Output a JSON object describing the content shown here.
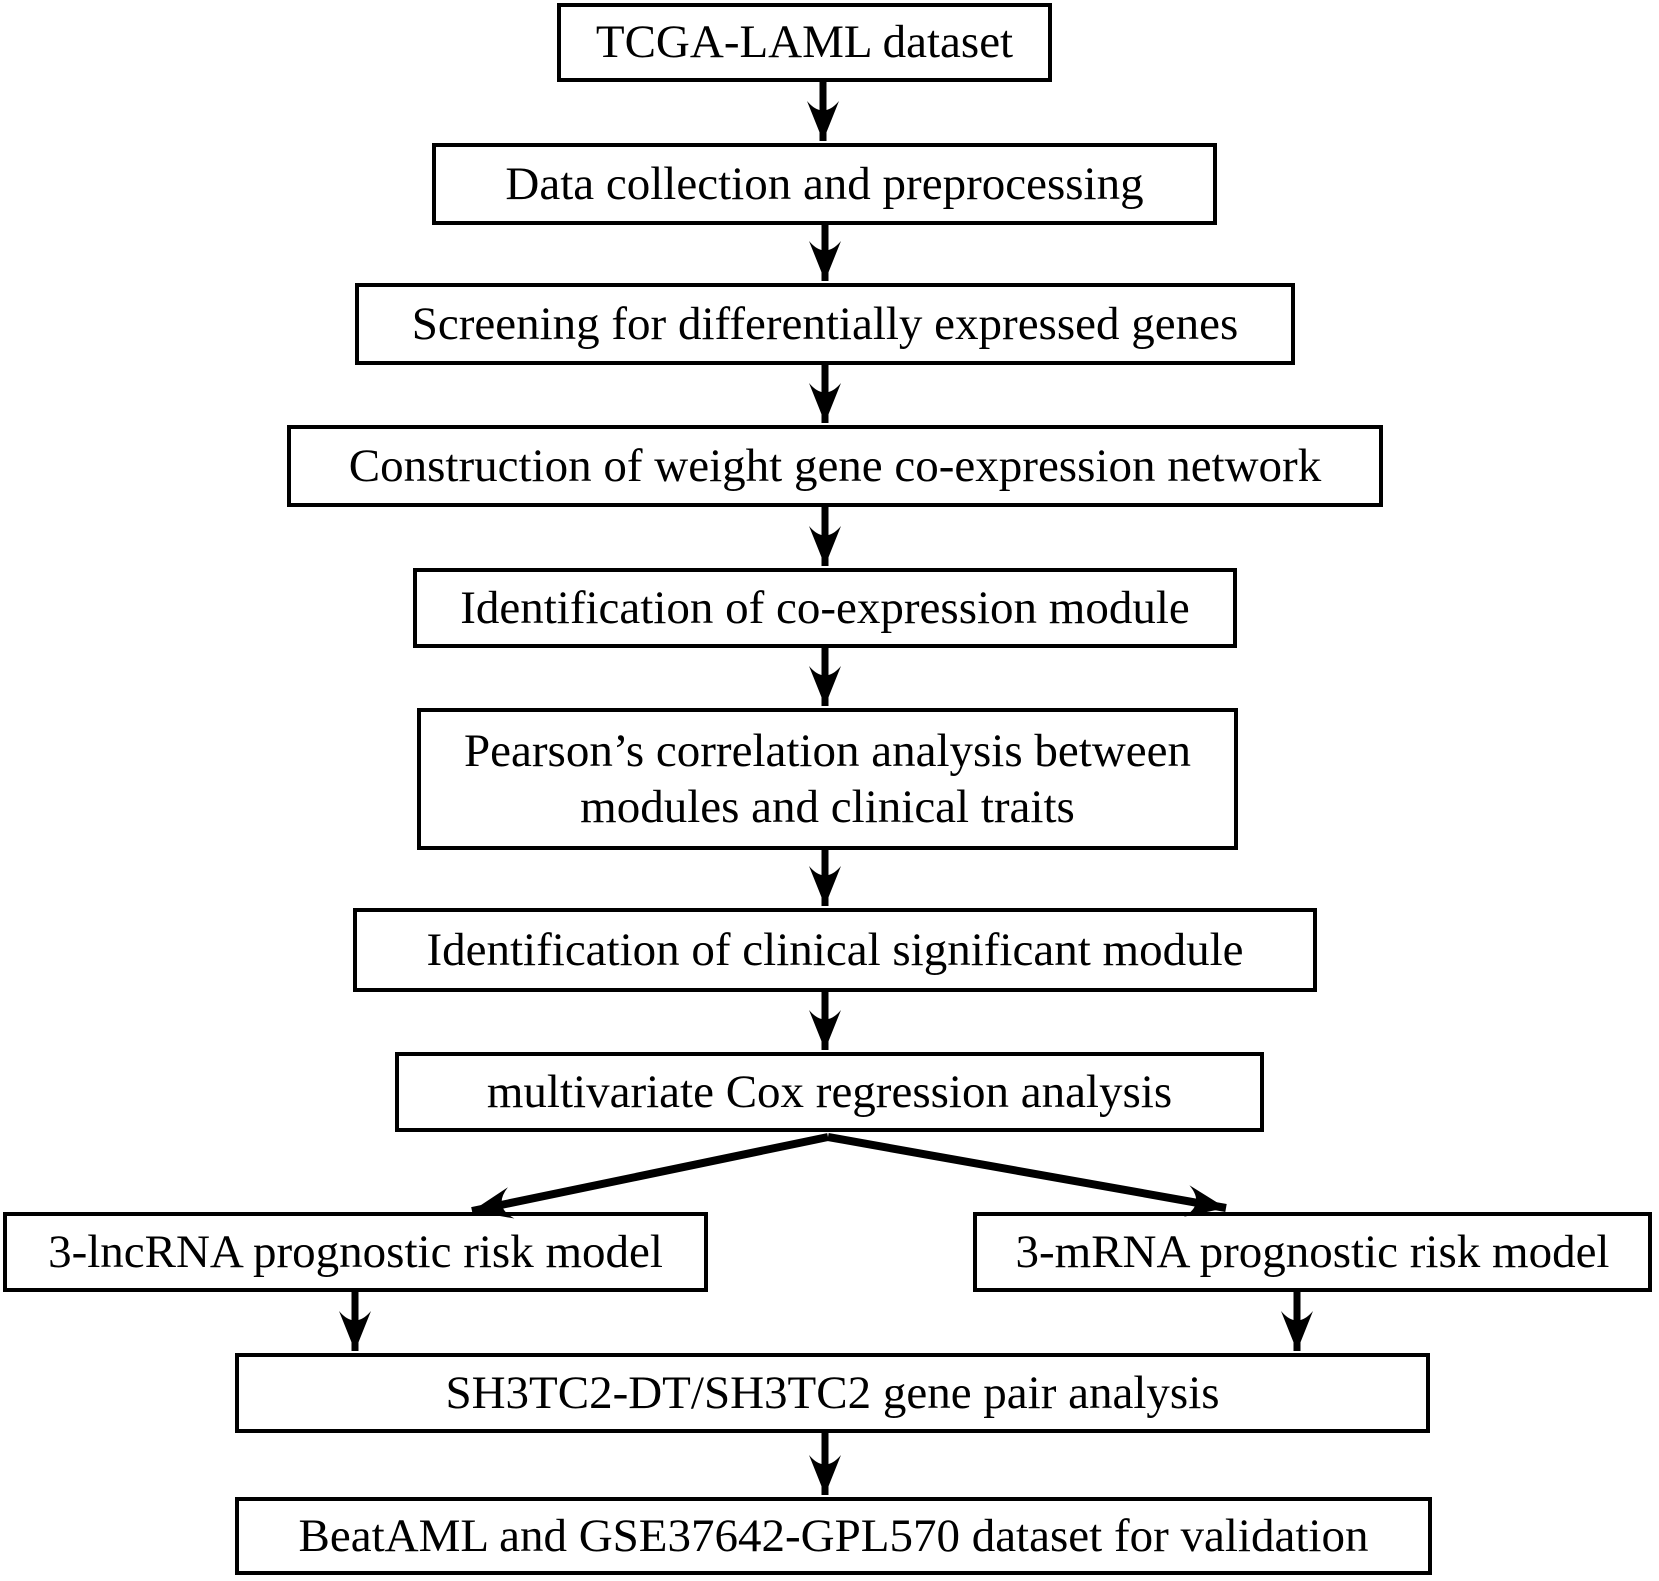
{
  "flow": {
    "colors": {
      "background": "#ffffff",
      "box_border": "#000000",
      "text": "#000000",
      "arrow": "#000000"
    },
    "nodes": [
      {
        "id": "tcga-laml-dataset",
        "label": "TCGA-LAML dataset"
      },
      {
        "id": "data-collection-preprocessing",
        "label": "Data collection and preprocessing"
      },
      {
        "id": "screening-deg",
        "label": "Screening for differentially expressed genes"
      },
      {
        "id": "wgcna-construction",
        "label": "Construction of weight gene co-expression network"
      },
      {
        "id": "coexpression-module-identification",
        "label": "Identification of co-expression module"
      },
      {
        "id": "pearson-correlation",
        "lines": [
          "Pearson’s correlation analysis between",
          "modules and clinical traits"
        ]
      },
      {
        "id": "clinical-significant-module",
        "label": "Identification of clinical significant module"
      },
      {
        "id": "multivariate-cox",
        "label": "multivariate Cox regression analysis"
      },
      {
        "id": "lncrna-risk-model",
        "label": "3-lncRNA prognostic risk model"
      },
      {
        "id": "mrna-risk-model",
        "label": "3-mRNA prognostic risk model"
      },
      {
        "id": "sh3tc2-gene-pair",
        "label": "SH3TC2-DT/SH3TC2 gene pair analysis"
      },
      {
        "id": "validation-datasets",
        "label": "BeatAML and GSE37642-GPL570 dataset for validation"
      }
    ],
    "connections": [
      {
        "from": "tcga-laml-dataset",
        "to": "data-collection-preprocessing"
      },
      {
        "from": "data-collection-preprocessing",
        "to": "screening-deg"
      },
      {
        "from": "screening-deg",
        "to": "wgcna-construction"
      },
      {
        "from": "wgcna-construction",
        "to": "coexpression-module-identification"
      },
      {
        "from": "coexpression-module-identification",
        "to": "pearson-correlation"
      },
      {
        "from": "pearson-correlation",
        "to": "clinical-significant-module"
      },
      {
        "from": "clinical-significant-module",
        "to": "multivariate-cox"
      },
      {
        "from": "multivariate-cox",
        "to": "lncrna-risk-model"
      },
      {
        "from": "multivariate-cox",
        "to": "mrna-risk-model"
      },
      {
        "from": "lncrna-risk-model",
        "to": "sh3tc2-gene-pair"
      },
      {
        "from": "mrna-risk-model",
        "to": "sh3tc2-gene-pair"
      },
      {
        "from": "sh3tc2-gene-pair",
        "to": "validation-datasets"
      }
    ]
  }
}
